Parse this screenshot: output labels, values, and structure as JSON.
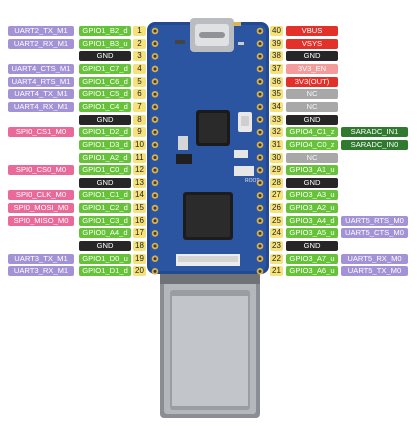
{
  "colors": {
    "uart": "#a393d6",
    "gpio": "#66c238",
    "spi": "#e96a9a",
    "gnd": "#262626",
    "power_red": "#e3312a",
    "power_pink": "#f49b9b",
    "nc": "#a8a8a8",
    "adc": "#2f7a2e",
    "pin_number": "#f6e27a"
  },
  "board": {
    "label_root": "ROOT"
  },
  "left_pins": [
    {
      "num": "1",
      "gpio": "GPIO1_B2_d",
      "func": "UART2_TX_M1",
      "func_kind": "uart"
    },
    {
      "num": "2",
      "gpio": "GPIO1_B3_u",
      "func": "UART2_RX_M1",
      "func_kind": "uart"
    },
    {
      "num": "3",
      "gpio": "GND",
      "func": "",
      "func_kind": ""
    },
    {
      "num": "4",
      "gpio": "GPIO1_C7_d",
      "func": "UART4_CTS_M1",
      "func_kind": "uart"
    },
    {
      "num": "5",
      "gpio": "GPIO1_C6_d",
      "func": "UART4_RTS_M1",
      "func_kind": "uart"
    },
    {
      "num": "6",
      "gpio": "GPIO1_C5_d",
      "func": "UART4_TX_M1",
      "func_kind": "uart"
    },
    {
      "num": "7",
      "gpio": "GPIO1_C4_d",
      "func": "UART4_RX_M1",
      "func_kind": "uart"
    },
    {
      "num": "8",
      "gpio": "GND",
      "func": "",
      "func_kind": ""
    },
    {
      "num": "9",
      "gpio": "GPIO1_D2_d",
      "func": "SPI0_CS1_M0",
      "func_kind": "spi"
    },
    {
      "num": "10",
      "gpio": "GPIO1_D3_d",
      "func": "",
      "func_kind": ""
    },
    {
      "num": "11",
      "gpio": "GPIO1_A2_d",
      "func": "",
      "func_kind": ""
    },
    {
      "num": "12",
      "gpio": "GPIO1_C0_d",
      "func": "SPI0_CS0_M0",
      "func_kind": "spi"
    },
    {
      "num": "13",
      "gpio": "GND",
      "func": "",
      "func_kind": ""
    },
    {
      "num": "14",
      "gpio": "GPIO1_C1_d",
      "func": "SPI0_CLK_M0",
      "func_kind": "spi"
    },
    {
      "num": "15",
      "gpio": "GPIO1_C2_d",
      "func": "SPI0_MOSI_M0",
      "func_kind": "spi"
    },
    {
      "num": "16",
      "gpio": "GPIO1_C3_d",
      "func": "SPI0_MISO_M0",
      "func_kind": "spi"
    },
    {
      "num": "17",
      "gpio": "GPIO0_A4_d",
      "func": "",
      "func_kind": ""
    },
    {
      "num": "18",
      "gpio": "GND",
      "func": "",
      "func_kind": ""
    },
    {
      "num": "19",
      "gpio": "GPIO1_D0_u",
      "func": "UART3_TX_M1",
      "func_kind": "uart"
    },
    {
      "num": "20",
      "gpio": "GPIO1_D1_d",
      "func": "UART3_RX_M1",
      "func_kind": "uart"
    }
  ],
  "right_pins": [
    {
      "num": "40",
      "name": "VBUS",
      "name_kind": "power_red",
      "func": "",
      "func_kind": ""
    },
    {
      "num": "39",
      "name": "VSYS",
      "name_kind": "power_red",
      "func": "",
      "func_kind": ""
    },
    {
      "num": "38",
      "name": "GND",
      "name_kind": "gnd",
      "func": "",
      "func_kind": ""
    },
    {
      "num": "37",
      "name": "3V3_EN",
      "name_kind": "power_pink",
      "func": "",
      "func_kind": ""
    },
    {
      "num": "36",
      "name": "3V3(OUT)",
      "name_kind": "power_red",
      "func": "",
      "func_kind": ""
    },
    {
      "num": "35",
      "name": "NC",
      "name_kind": "nc",
      "func": "",
      "func_kind": ""
    },
    {
      "num": "34",
      "name": "NC",
      "name_kind": "nc",
      "func": "",
      "func_kind": ""
    },
    {
      "num": "33",
      "name": "GND",
      "name_kind": "gnd",
      "func": "",
      "func_kind": ""
    },
    {
      "num": "32",
      "name": "GPIO4_C1_z",
      "name_kind": "gpio",
      "func": "SARADC_IN1",
      "func_kind": "adc"
    },
    {
      "num": "31",
      "name": "GPIO4_C0_z",
      "name_kind": "gpio",
      "func": "SARADC_IN0",
      "func_kind": "adc"
    },
    {
      "num": "30",
      "name": "NC",
      "name_kind": "nc",
      "func": "",
      "func_kind": ""
    },
    {
      "num": "29",
      "name": "GPIO3_A1_u",
      "name_kind": "gpio",
      "func": "",
      "func_kind": ""
    },
    {
      "num": "28",
      "name": "GND",
      "name_kind": "gnd",
      "func": "",
      "func_kind": ""
    },
    {
      "num": "27",
      "name": "GPIO3_A3_u",
      "name_kind": "gpio",
      "func": "",
      "func_kind": ""
    },
    {
      "num": "26",
      "name": "GPIO3_A2_u",
      "name_kind": "gpio",
      "func": "",
      "func_kind": ""
    },
    {
      "num": "25",
      "name": "GPIO3_A4_d",
      "name_kind": "gpio",
      "func": "UART5_RTS_M0",
      "func_kind": "uart"
    },
    {
      "num": "24",
      "name": "GPIO3_A5_u",
      "name_kind": "gpio",
      "func": "UART5_CTS_M0",
      "func_kind": "uart"
    },
    {
      "num": "23",
      "name": "GND",
      "name_kind": "gnd",
      "func": "",
      "func_kind": ""
    },
    {
      "num": "22",
      "name": "GPIO3_A7_u",
      "name_kind": "gpio",
      "func": "UART5_RX_M0",
      "func_kind": "uart"
    },
    {
      "num": "21",
      "name": "GPIO3_A6_u",
      "name_kind": "gpio",
      "func": "UART5_TX_M0",
      "func_kind": "uart"
    }
  ]
}
